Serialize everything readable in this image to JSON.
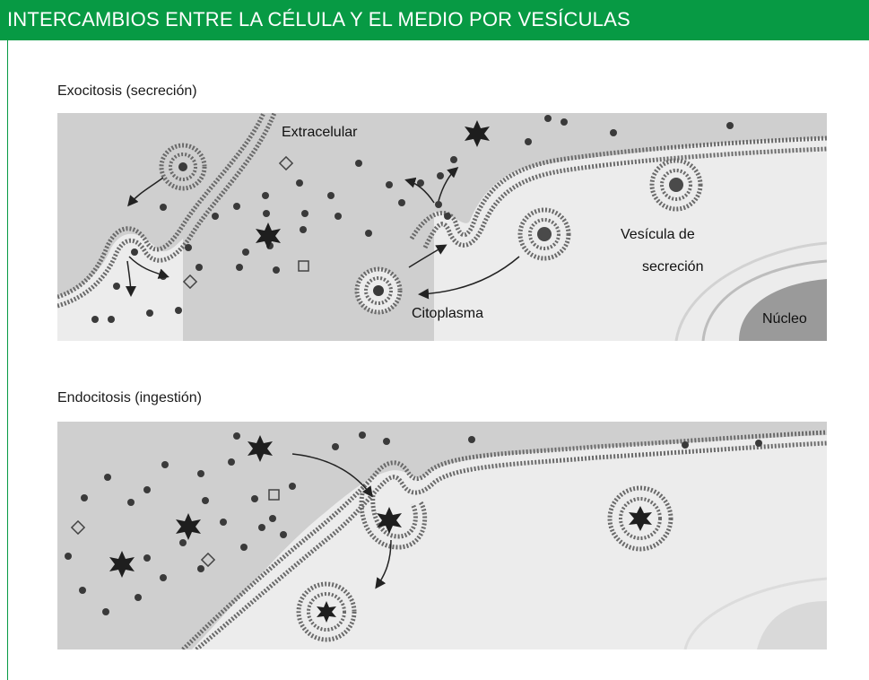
{
  "header": {
    "title": "INTERCAMBIOS ENTRE LA CÉLULA Y EL MEDIO POR VESÍCULAS"
  },
  "exocitosis": {
    "title": "Exocitosis (secreción)",
    "labels": {
      "extracelular": "Extracelular",
      "vesicula_1": "Vesícula de",
      "vesicula_2": "secreción",
      "citoplasma": "Citoplasma",
      "nucleo": "Núcleo"
    }
  },
  "endocitosis": {
    "title": "Endocitosis (ingestión)"
  },
  "colors": {
    "header": "#079a44",
    "membrane": "#5a5a5a",
    "particle": "#3a3a3a"
  }
}
